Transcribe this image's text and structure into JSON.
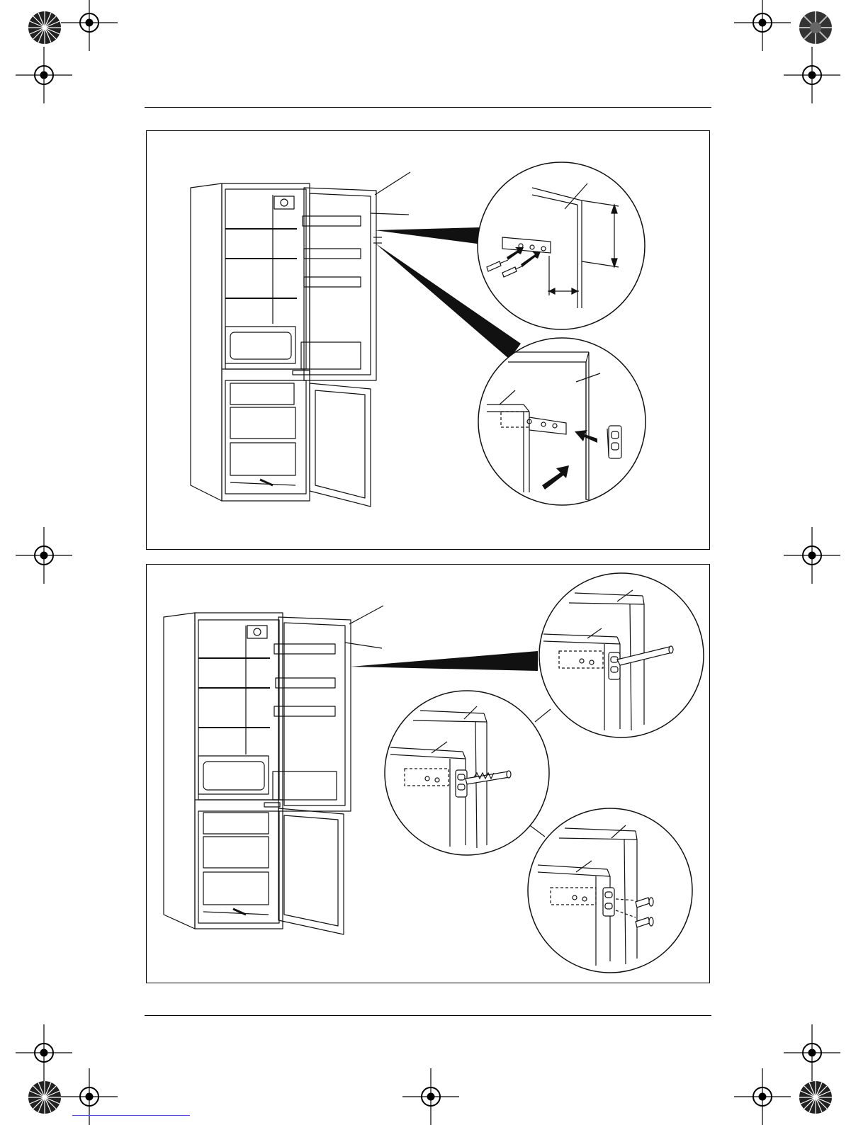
{
  "document": {
    "type": "installation-instructions-page",
    "figures": [
      {
        "id": "figure-1",
        "steps_shown": 2
      },
      {
        "id": "figure-2",
        "steps_shown": 3
      }
    ],
    "colors": {
      "ink": "#111111",
      "paper": "#ffffff",
      "fill": "#222222",
      "footer_link": "#4a4aff"
    },
    "icons": [
      "registration-mark-icon",
      "color-bar-icon",
      "screw-icon",
      "arrow-icon",
      "hinge-bracket-icon",
      "screwdriver-icon"
    ]
  }
}
